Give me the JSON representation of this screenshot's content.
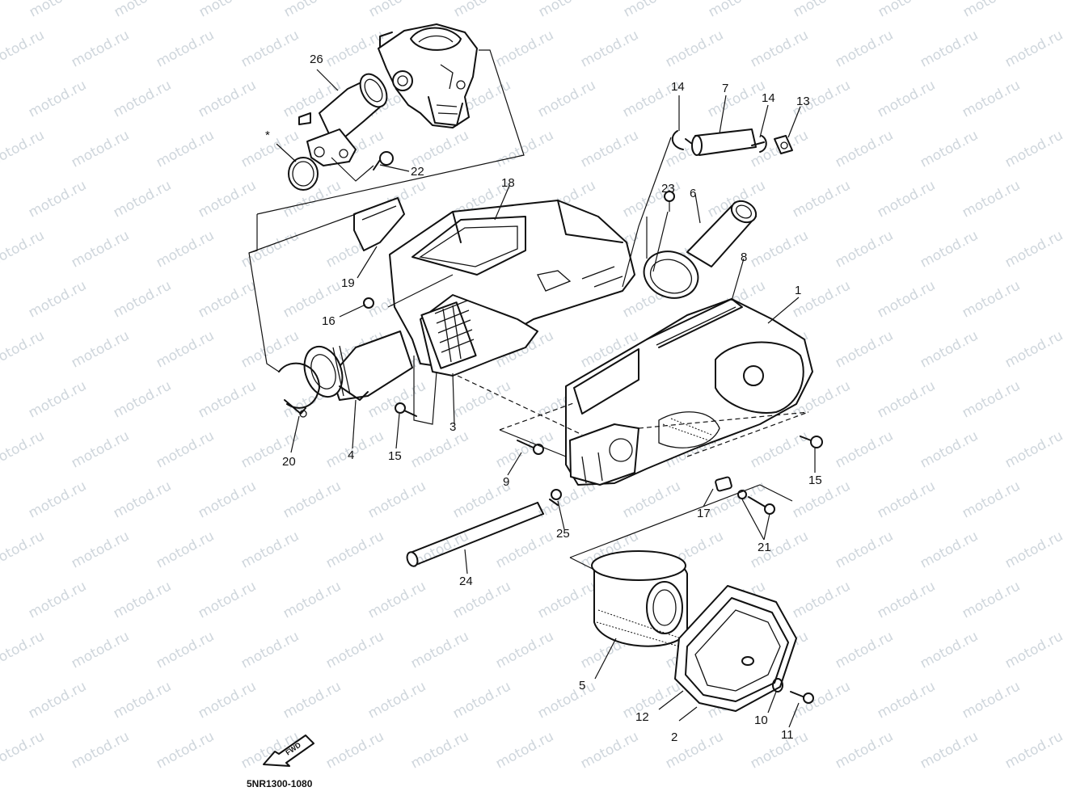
{
  "watermark": "motod.ru",
  "diagram_code": "5NR1300-1080",
  "fwd_label": "FWD",
  "callouts": [
    {
      "id": "26",
      "label": "26"
    },
    {
      "id": "star",
      "label": "*"
    },
    {
      "id": "22",
      "label": "22"
    },
    {
      "id": "14a",
      "label": "14"
    },
    {
      "id": "7",
      "label": "7"
    },
    {
      "id": "14b",
      "label": "14"
    },
    {
      "id": "13",
      "label": "13"
    },
    {
      "id": "18",
      "label": "18"
    },
    {
      "id": "23",
      "label": "23"
    },
    {
      "id": "6",
      "label": "6"
    },
    {
      "id": "19",
      "label": "19"
    },
    {
      "id": "8",
      "label": "8"
    },
    {
      "id": "1",
      "label": "1"
    },
    {
      "id": "16",
      "label": "16"
    },
    {
      "id": "3",
      "label": "3"
    },
    {
      "id": "20",
      "label": "20"
    },
    {
      "id": "4",
      "label": "4"
    },
    {
      "id": "15a",
      "label": "15"
    },
    {
      "id": "9",
      "label": "9"
    },
    {
      "id": "15b",
      "label": "15"
    },
    {
      "id": "17",
      "label": "17"
    },
    {
      "id": "25",
      "label": "25"
    },
    {
      "id": "21",
      "label": "21"
    },
    {
      "id": "24",
      "label": "24"
    },
    {
      "id": "5",
      "label": "5"
    },
    {
      "id": "12",
      "label": "12"
    },
    {
      "id": "2",
      "label": "2"
    },
    {
      "id": "10",
      "label": "10"
    },
    {
      "id": "11",
      "label": "11"
    }
  ]
}
